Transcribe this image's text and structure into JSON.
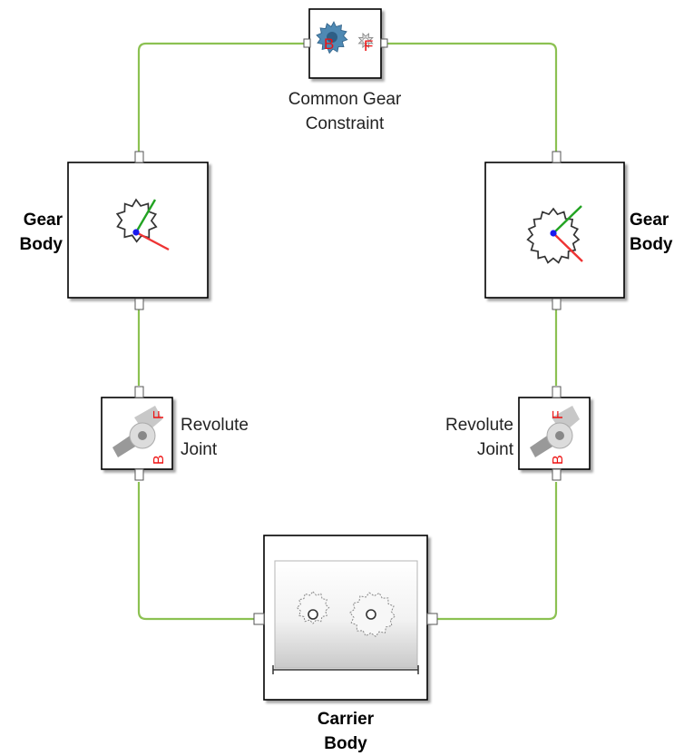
{
  "blocks": {
    "common_gear_constraint": {
      "label_line1": "Common Gear",
      "label_line2": "Constraint",
      "port_base": "B",
      "port_follower": "F"
    },
    "gear_body_left": {
      "label_line1": "Gear",
      "label_line2": "Body"
    },
    "gear_body_right": {
      "label_line1": "Gear",
      "label_line2": "Body"
    },
    "revolute_joint_left": {
      "label_line1": "Revolute",
      "label_line2": "Joint",
      "port_base": "B",
      "port_follower": "F"
    },
    "revolute_joint_right": {
      "label_line1": "Revolute",
      "label_line2": "Joint",
      "port_base": "B",
      "port_follower": "F"
    },
    "carrier_body": {
      "label_line1": "Carrier",
      "label_line2": "Body"
    }
  },
  "colors": {
    "connection_line": "#8cc152",
    "port_letter": "#ee1111",
    "gear_steel_blue": "#4f89b3",
    "frame_x_axis": "#ee3333",
    "frame_y_axis": "#22a322",
    "frame_origin": "#1a1aee"
  }
}
